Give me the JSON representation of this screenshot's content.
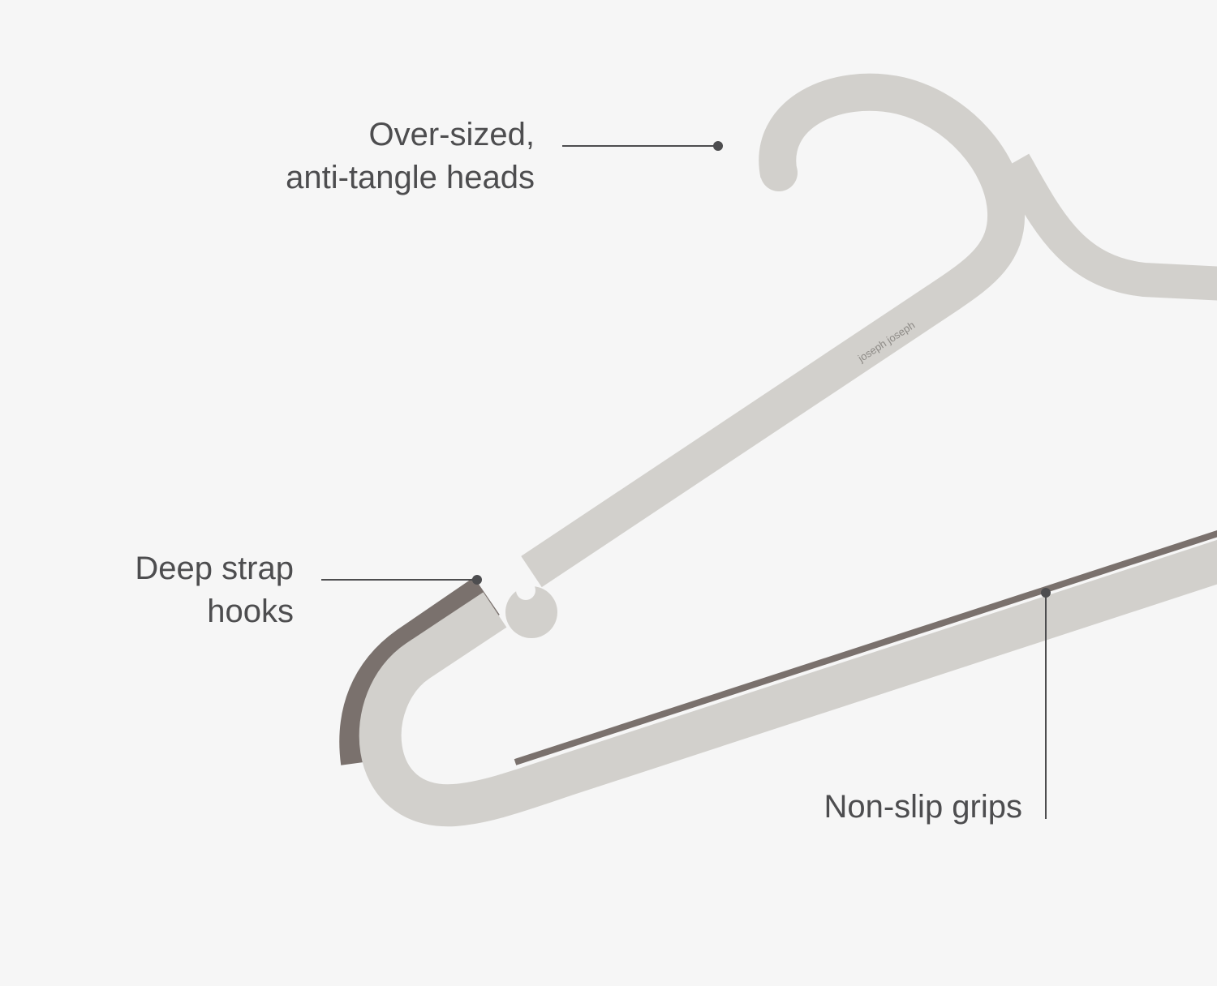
{
  "callouts": {
    "heads": {
      "line1": "Over-sized,",
      "line2": "anti-tangle heads"
    },
    "hooks": {
      "line1": "Deep strap",
      "line2": "hooks"
    },
    "grips": {
      "line1": "Non-slip grips"
    }
  },
  "product": {
    "logo_text": "joseph joseph"
  },
  "colors": {
    "background": "#f6f6f6",
    "hanger": "#d2d0cc",
    "grip": "#7a716d",
    "text": "#4d4d4f"
  }
}
